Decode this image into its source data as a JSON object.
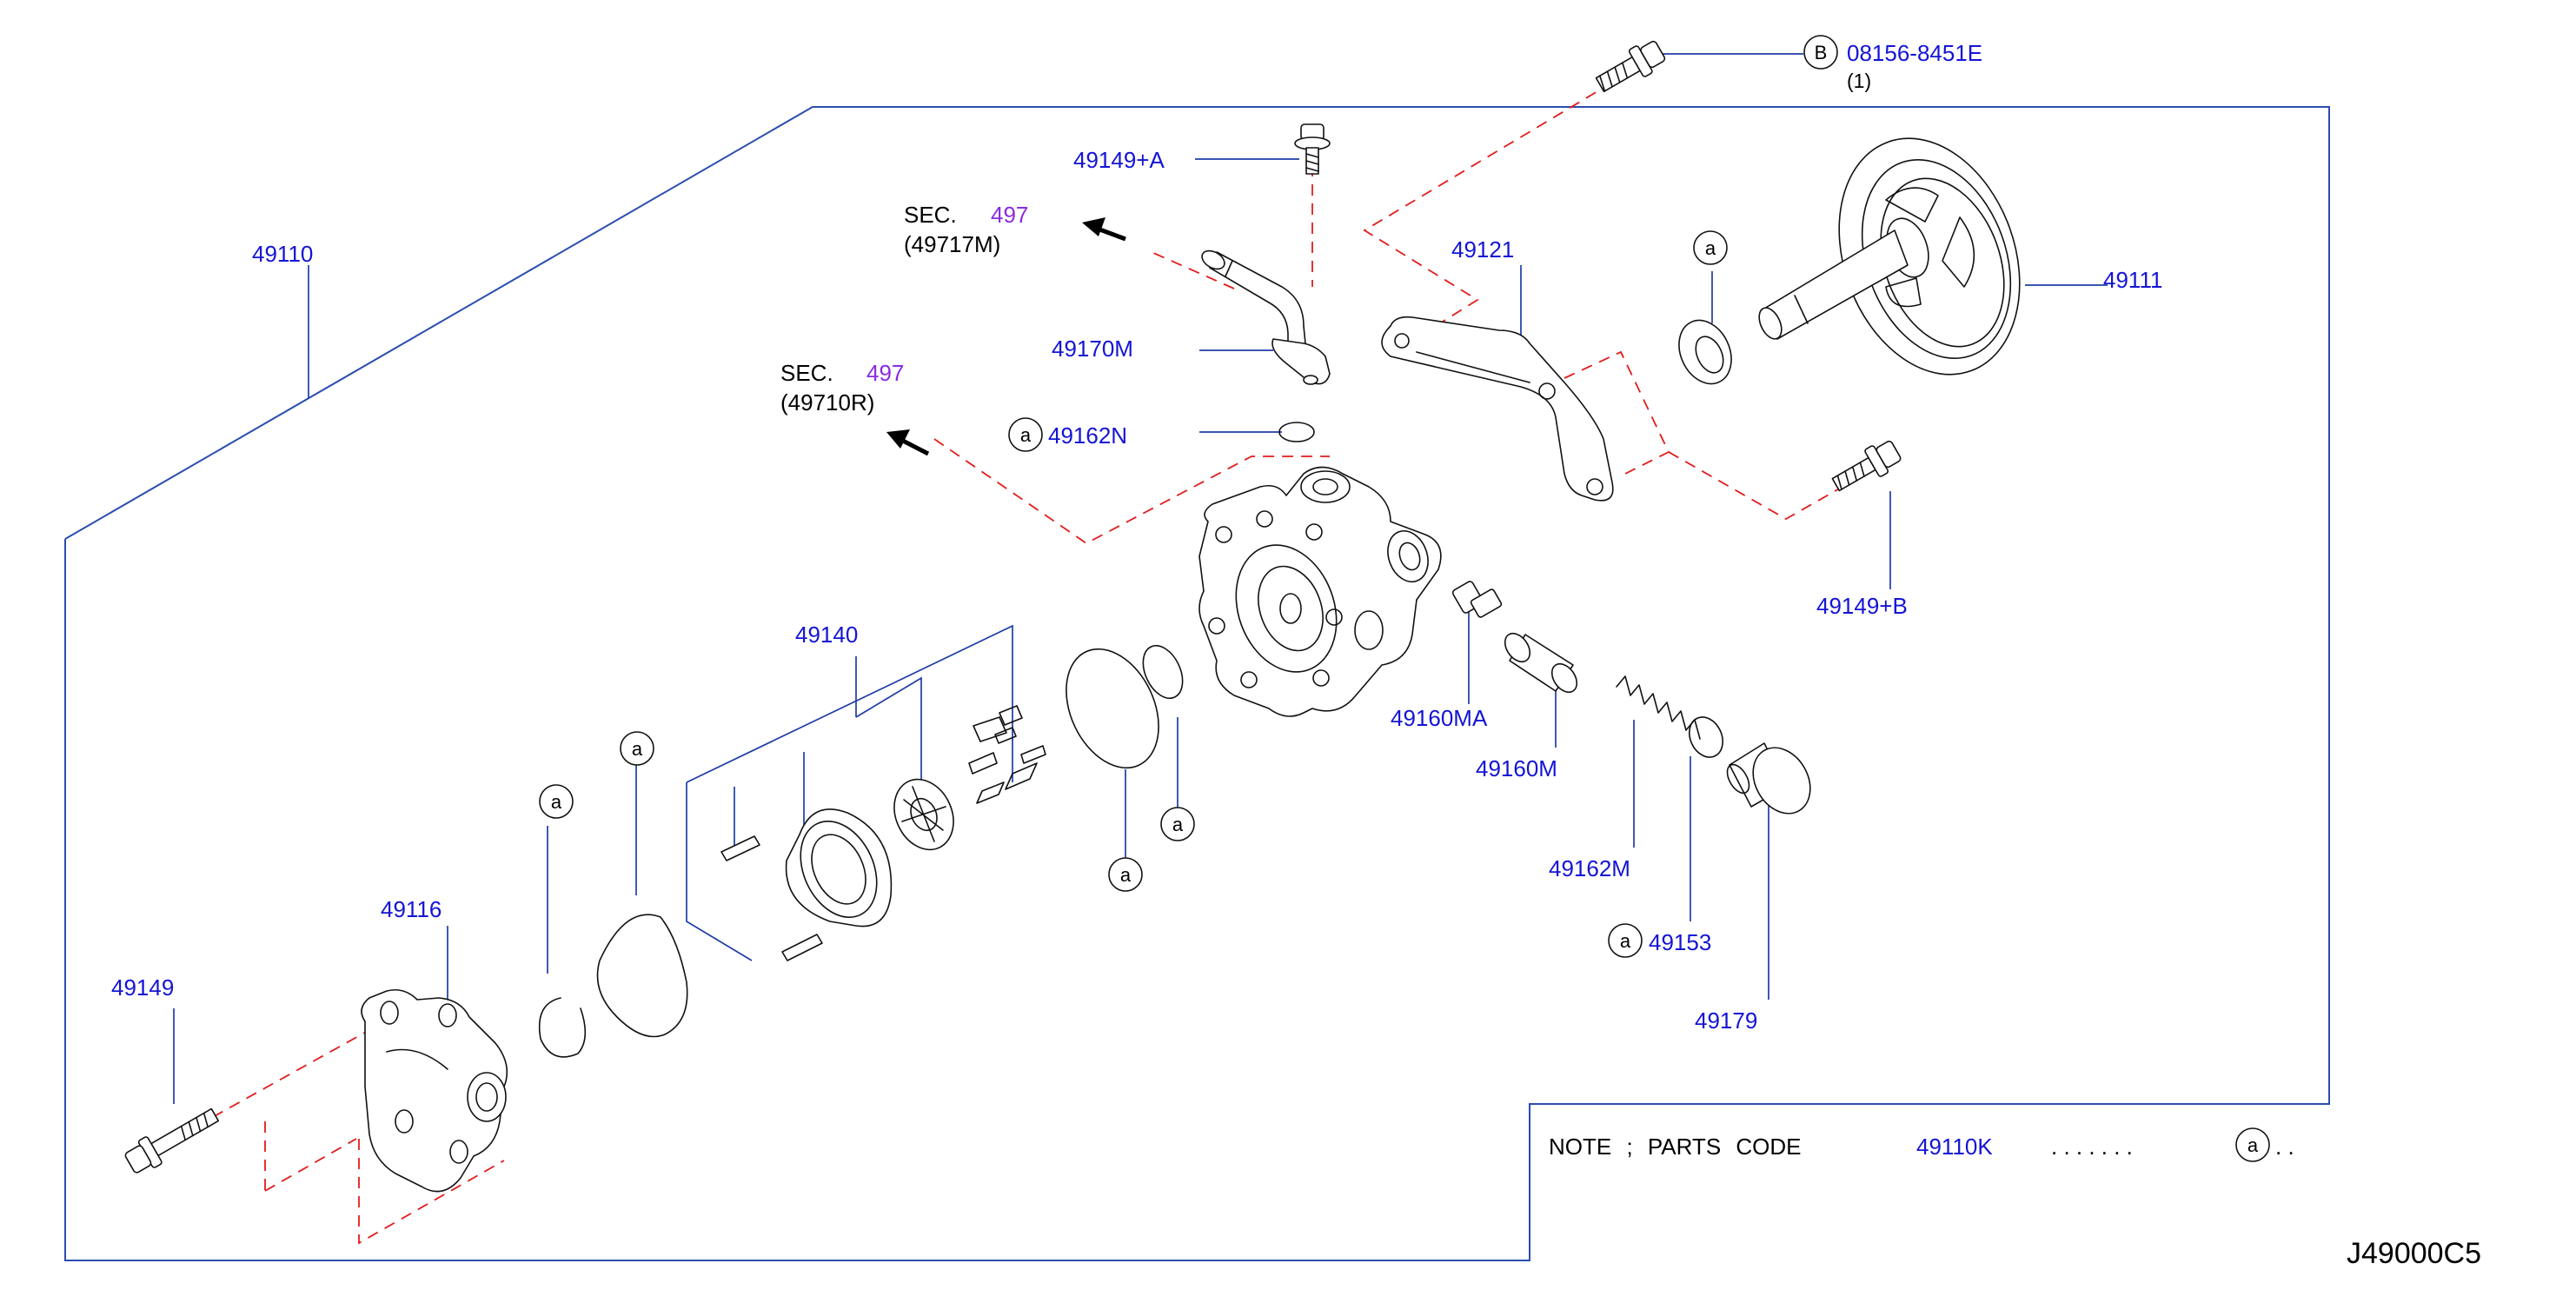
{
  "labels": {
    "p08156": "08156-8451E",
    "p08156_qty": "(1)",
    "bolt_marker": "B",
    "p49149A": "49149+A",
    "sec": "SEC.",
    "sec_num": "497",
    "ref_49717": "(49717M)",
    "ref_49710": "(49710R)",
    "p49110": "49110",
    "p49121": "49121",
    "p49111": "49111",
    "p49170M": "49170M",
    "p49162N": "49162N",
    "p49149B": "49149+B",
    "p49140": "49140",
    "p49160MA": "49160MA",
    "p49160M": "49160M",
    "p49162M": "49162M",
    "p49153": "49153",
    "p49179": "49179",
    "p49116": "49116",
    "p49149": "49149",
    "circle_a": "a"
  },
  "note": {
    "text": "NOTE ; PARTS CODE",
    "code": "49110K",
    "dots_left": ". . . . . . .",
    "dots_right": ". ."
  },
  "diagram_id": "J49000C5",
  "colors": {
    "label": "#1414d6",
    "frame": "#2a4db0",
    "dashed": "#e21b1b",
    "section": "#8a2be2"
  }
}
